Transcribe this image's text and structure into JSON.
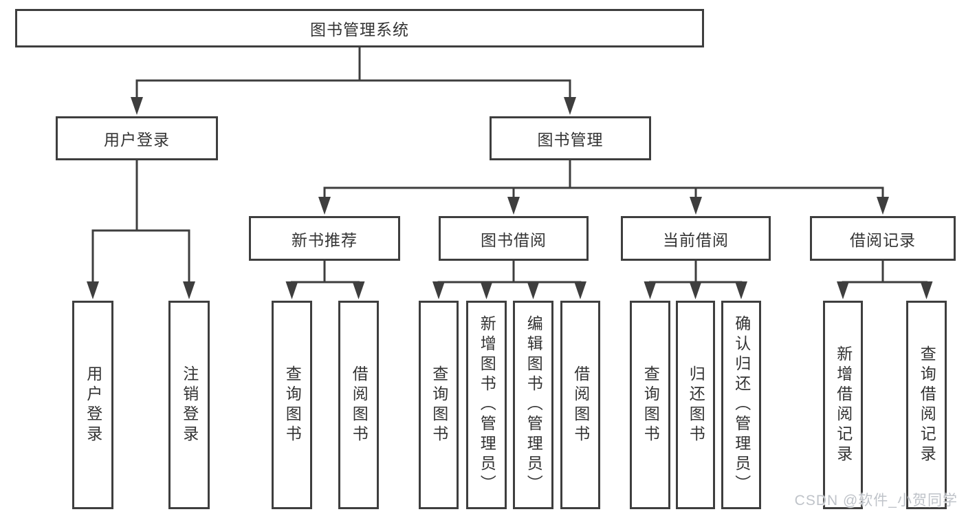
{
  "diagram": {
    "type": "hierarchy-tree",
    "colors": {
      "line": "#3e3e3e",
      "box_border": "#3e3e3e",
      "box_fill": "#ffffff",
      "text": "#333333",
      "watermark_text": "#bfc3c9"
    },
    "tree": {
      "label": "图书管理系统",
      "children": [
        {
          "label": "用户登录",
          "children": [
            {
              "label": "用户登录"
            },
            {
              "label": "注销登录"
            }
          ]
        },
        {
          "label": "图书管理",
          "children": [
            {
              "label": "新书推荐",
              "children": [
                {
                  "label": "查询图书"
                },
                {
                  "label": "借阅图书"
                }
              ]
            },
            {
              "label": "图书借阅",
              "children": [
                {
                  "label": "查询图书"
                },
                {
                  "label": "新增图书（管理员）"
                },
                {
                  "label": "编辑图书（管理员）"
                },
                {
                  "label": "借阅图书"
                }
              ]
            },
            {
              "label": "当前借阅",
              "children": [
                {
                  "label": "查询图书"
                },
                {
                  "label": "归还图书"
                },
                {
                  "label": "确认归还（管理员）"
                }
              ]
            },
            {
              "label": "借阅记录",
              "children": [
                {
                  "label": "新增借阅记录"
                },
                {
                  "label": "查询借阅记录"
                }
              ]
            }
          ]
        }
      ]
    },
    "watermark": {
      "text": "CSDN @软件_小贺同学"
    }
  }
}
